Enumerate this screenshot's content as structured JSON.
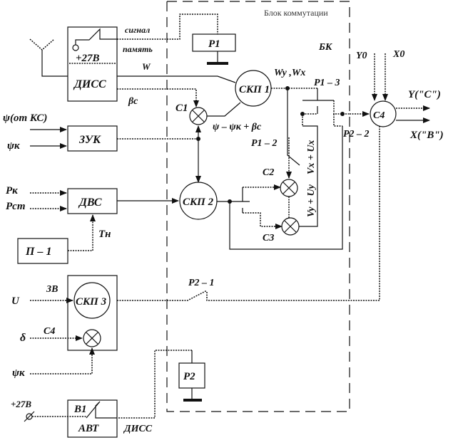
{
  "title_block": "Блок коммутации",
  "bk_label": "БК",
  "blocks": {
    "diss_top": "+27В",
    "diss_main": "ДИСС",
    "zuk": "ЗУК",
    "dvs": "ДВС",
    "p1_block": "П – 1",
    "avt_top": "В1",
    "avt_main": "АВТ",
    "relay_p1": "Р1",
    "relay_p2": "Р2"
  },
  "nodes": {
    "skp1": "СКП 1",
    "skp2": "СКП 2",
    "skp3": "СКП 3",
    "c4": "С4"
  },
  "labels": {
    "signal": "сигнал",
    "memory": "память",
    "w": "W",
    "beta_c": "βc",
    "c1": "С1",
    "c2": "С2",
    "c3": "С3",
    "c4_left": "С4",
    "wy_wx": "Wy ,Wx",
    "p1_3": "Р1 – 3",
    "p1_2": "Р1 – 2",
    "p2_2": "Р2 – 2",
    "p2_1": "Р2 – 1",
    "psi_expr": "ψ – ψк + βc",
    "psi_ks": "ψ(от КС)",
    "psi_k": "ψк",
    "psi_k2": "ψк",
    "p_k": "Рк",
    "p_st": "Рст",
    "t_n": "Тн",
    "u": "U",
    "zv": "ЗВ",
    "delta": "δ",
    "plus27": "+27В",
    "diss_bottom": "ДИСС",
    "y0": "Y0",
    "x0": "X0",
    "y_out": "Y(\"С\")",
    "x_out": "X(\"В\")",
    "vx_ux": "Vx + Ux",
    "vy_uy": "Vy + Uy"
  }
}
